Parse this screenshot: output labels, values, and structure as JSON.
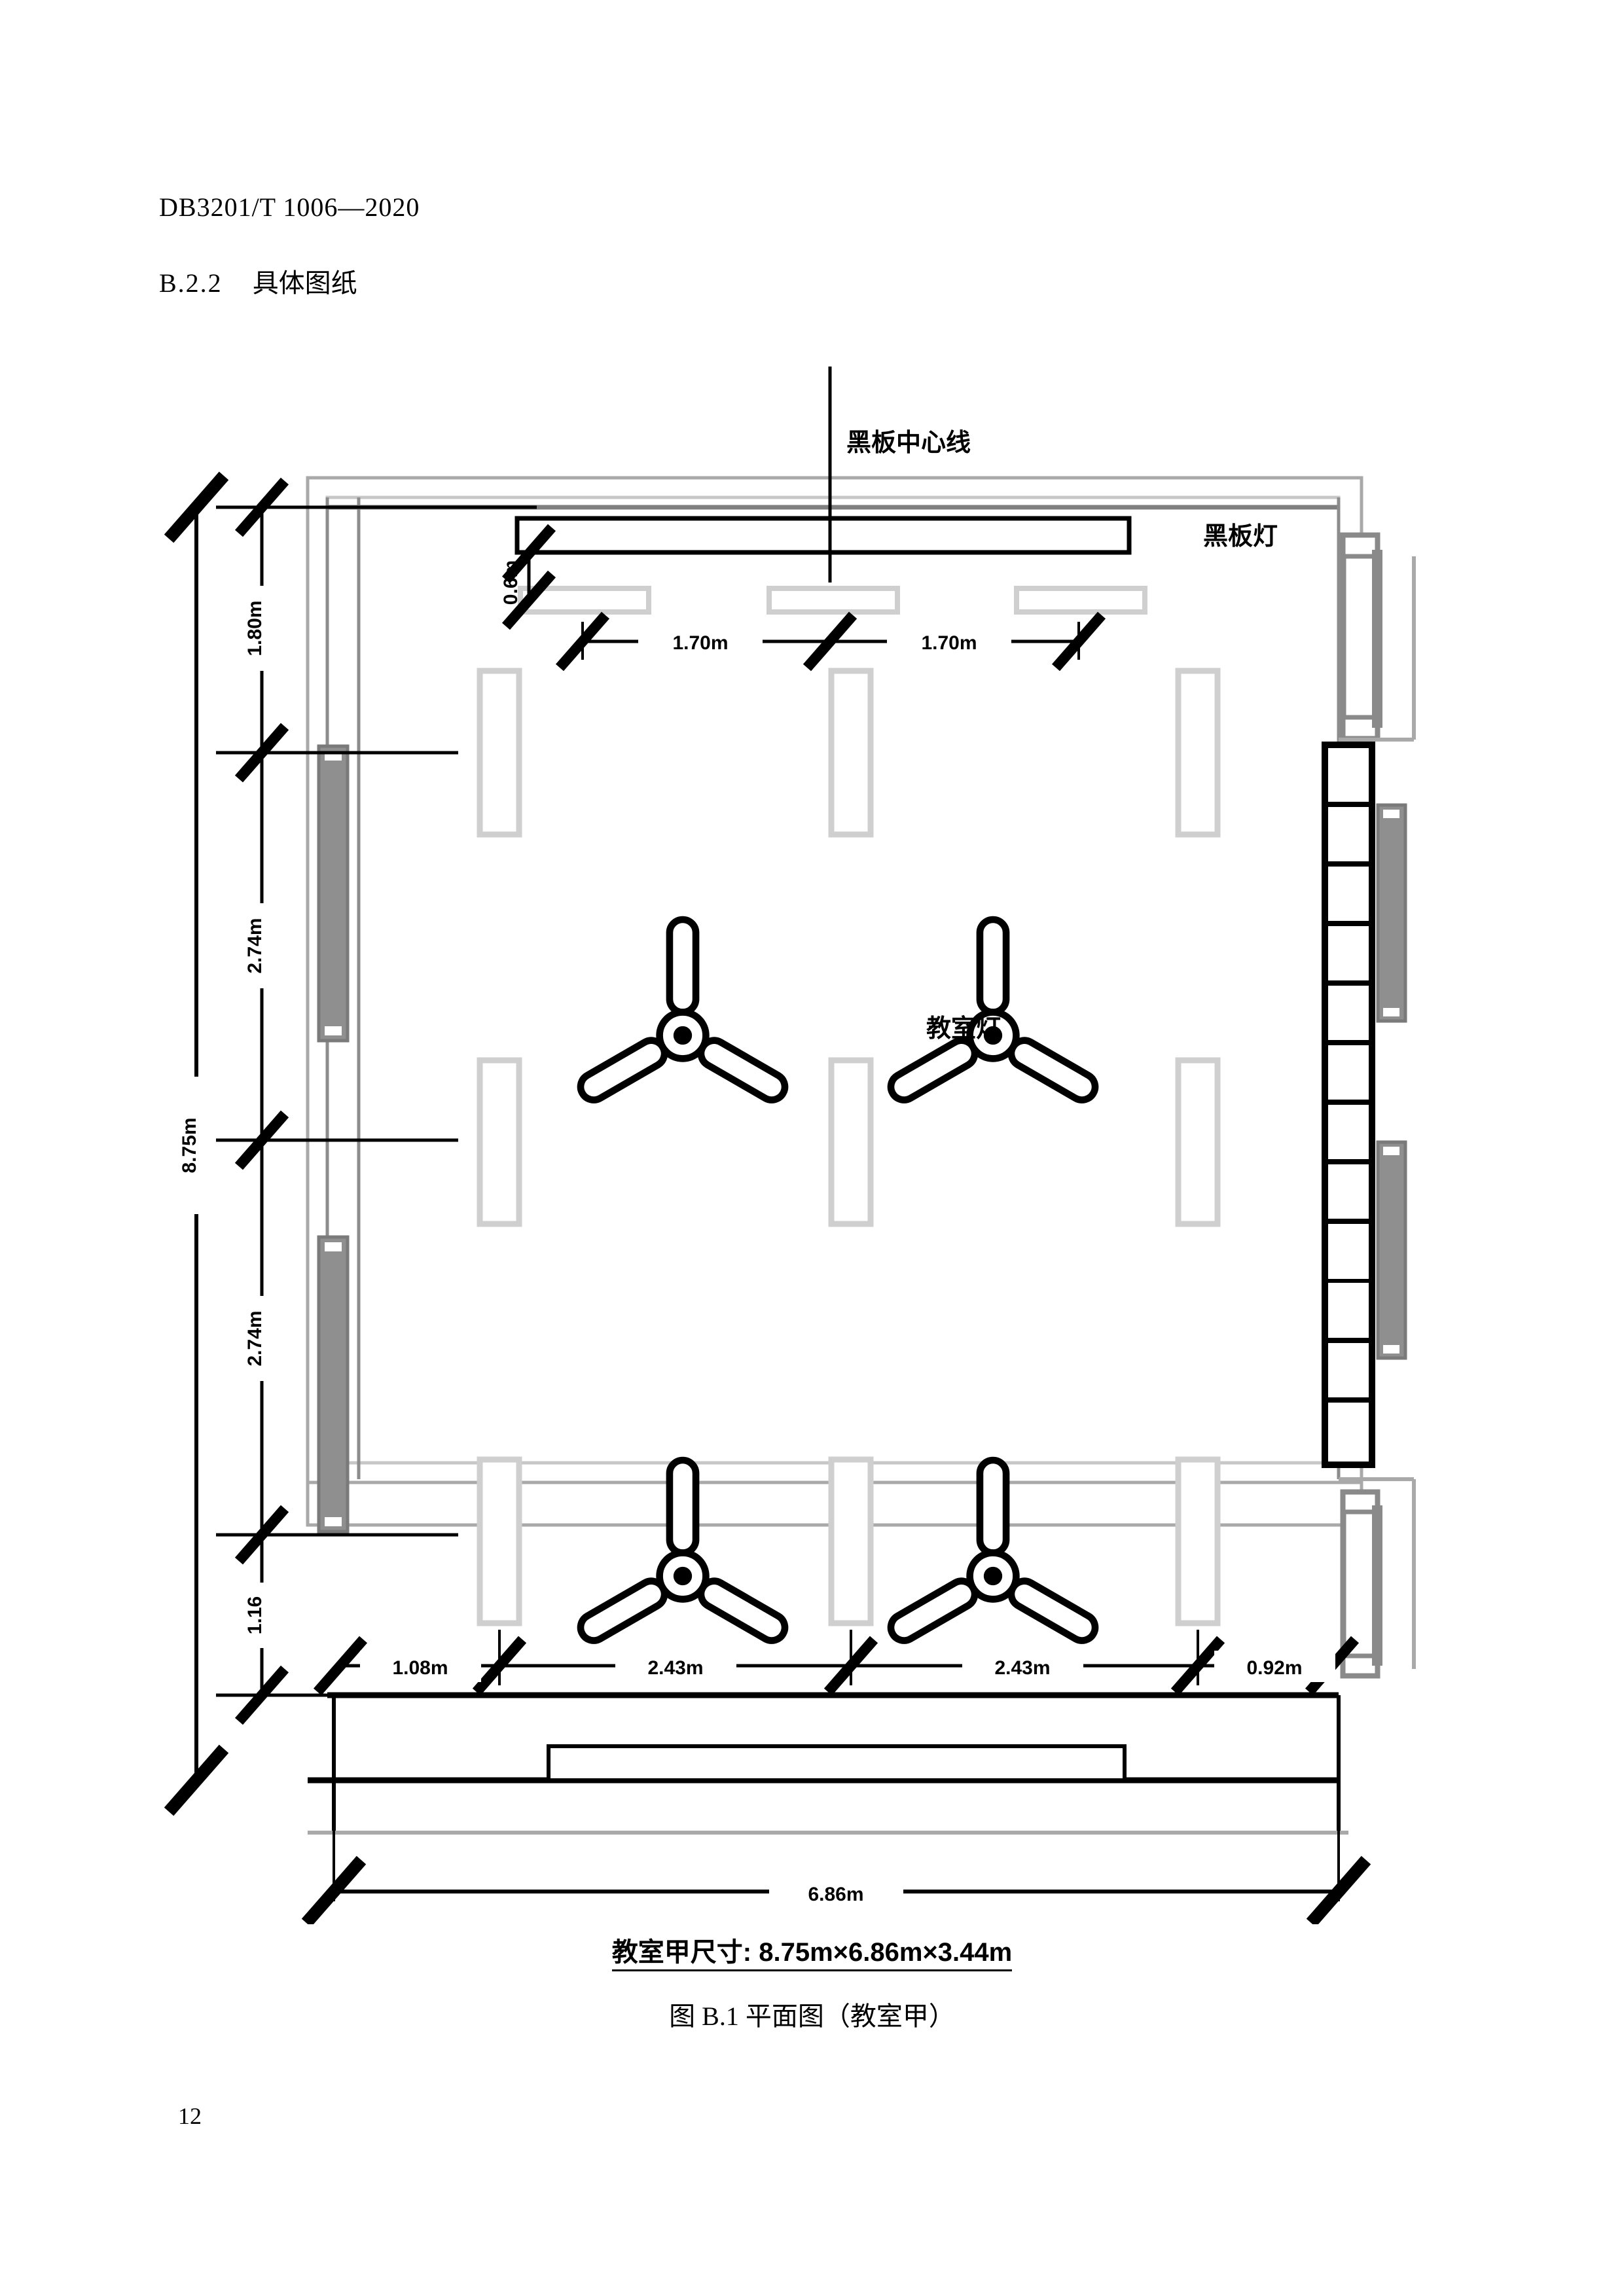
{
  "document": {
    "header_code": "DB3201/T  1006—2020",
    "section_number": "B.2.2",
    "section_title": "具体图纸",
    "page_number": "12",
    "figure_dimensions_note": "教室甲尺寸: 8.75m×6.86m×3.44m",
    "figure_caption": "图 B.1 平面图（教室甲）"
  },
  "diagram": {
    "title": "classroom-lighting-plan",
    "labels": {
      "blackboard_centerline": "黑板中心线",
      "blackboard_lamp": "黑板灯",
      "classroom_lamp": "教室灯"
    },
    "dimensions": {
      "blackboard_lamp_offset": "0.6m",
      "blackboard_lamp_left_span": "1.70m",
      "blackboard_lamp_right_span": "1.70m",
      "top_to_first_row": "1.80m",
      "row_gap_upper": "2.74m",
      "row_gap_lower": "2.74m",
      "bottom_margin": "1.16",
      "room_length": "8.75m",
      "left_margin": "1.08m",
      "column_gap_left": "2.43m",
      "column_gap_right": "2.43m",
      "right_margin": "0.92m",
      "room_width": "6.86m"
    },
    "colors": {
      "line": "#000000",
      "fixture_outline": "#c9c9c9",
      "window_gray": "#8a8a8a",
      "wall_gray": "#9a9a9a"
    },
    "counts": {
      "ceiling_fans": 4,
      "classroom_lamps": 9,
      "blackboard_lamps": 3,
      "window_panes_right": 12
    }
  }
}
